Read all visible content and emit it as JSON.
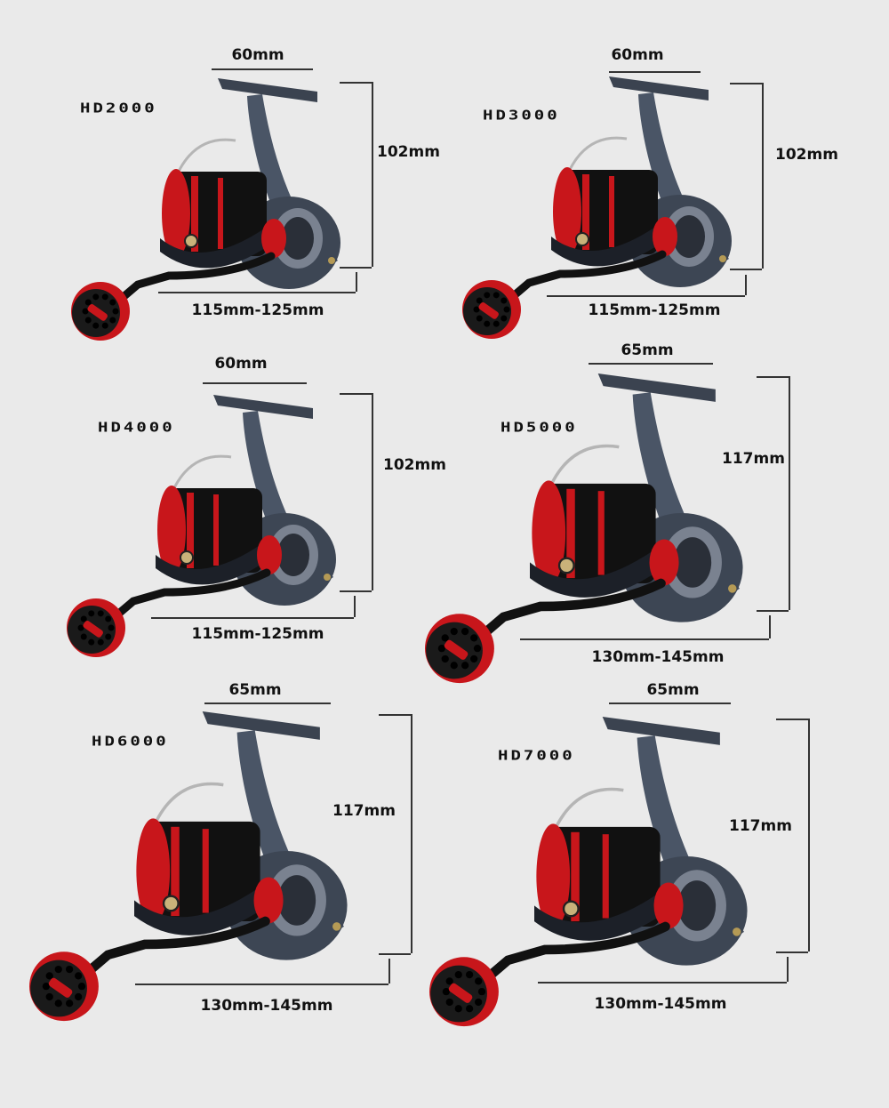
{
  "colors": {
    "background": "#eaeaea",
    "reel_red": "#c8161b",
    "reel_body": "#3d4654",
    "handle": "#111111"
  },
  "reels": [
    {
      "model": "HD2000",
      "width": "60mm",
      "height": "102mm",
      "length": "115mm-125mm"
    },
    {
      "model": "HD3000",
      "width": "60mm",
      "height": "102mm",
      "length": "115mm-125mm"
    },
    {
      "model": "HD4000",
      "width": "60mm",
      "height": "102mm",
      "length": "115mm-125mm"
    },
    {
      "model": "HD5000",
      "width": "65mm",
      "height": "117mm",
      "length": "130mm-145mm"
    },
    {
      "model": "HD6000",
      "width": "65mm",
      "height": "117mm",
      "length": "130mm-145mm"
    },
    {
      "model": "HD7000",
      "width": "65mm",
      "height": "117mm",
      "length": "130mm-145mm"
    }
  ]
}
